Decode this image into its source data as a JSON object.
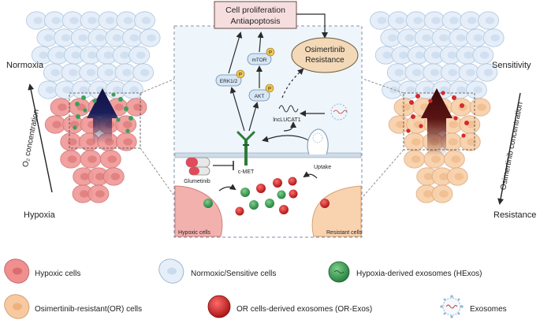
{
  "top_box": {
    "line1": "Cell proliferation",
    "line2": "Antiapoptosis"
  },
  "result_oval": {
    "line1": "Osimertinib",
    "line2": "Resistance"
  },
  "left_panel": {
    "top_label": "Normoxia",
    "bottom_label": "Hypoxia",
    "axis_label": "O₂ concentration"
  },
  "right_panel": {
    "top_label": "Sensitivity",
    "bottom_label": "Resistance",
    "axis_label": "Osimertinib concentration"
  },
  "pathway": {
    "erk": "ERK1/2",
    "mtor": "mTOR",
    "akt": "AKT",
    "phospho": "P",
    "lncrna": "lncLUCAT1",
    "receptor": "c-MET",
    "inhibitor": "Glumetinib",
    "uptake": "Uptake"
  },
  "cells": {
    "hypoxic": "Hypoxic cells",
    "resistant": "Resistant cells"
  },
  "legend": [
    {
      "label": "Hypoxic cells",
      "icon": "hypoxic-cell-icon"
    },
    {
      "label": "Normoxic/Sensitive cells",
      "icon": "normoxic-cell-icon"
    },
    {
      "label": "Hypoxia-derived exosomes (HExos)",
      "icon": "green-exosome-icon"
    },
    {
      "label": "Osimertinib-resistant(OR) cells",
      "icon": "or-cell-icon"
    },
    {
      "label": "OR cells-derived exosomes (OR-Exos)",
      "icon": "red-exosome-icon"
    },
    {
      "label": "Exosomes",
      "icon": "exosome-icon"
    }
  ],
  "colors": {
    "hypoxic": "#ef8f8f",
    "normoxic": "#dbe8f7",
    "resistant": "#f7c9a1",
    "exo_green": "#3aa05a",
    "exo_red": "#d42a2a",
    "panel_border": "#7e8fa8"
  }
}
